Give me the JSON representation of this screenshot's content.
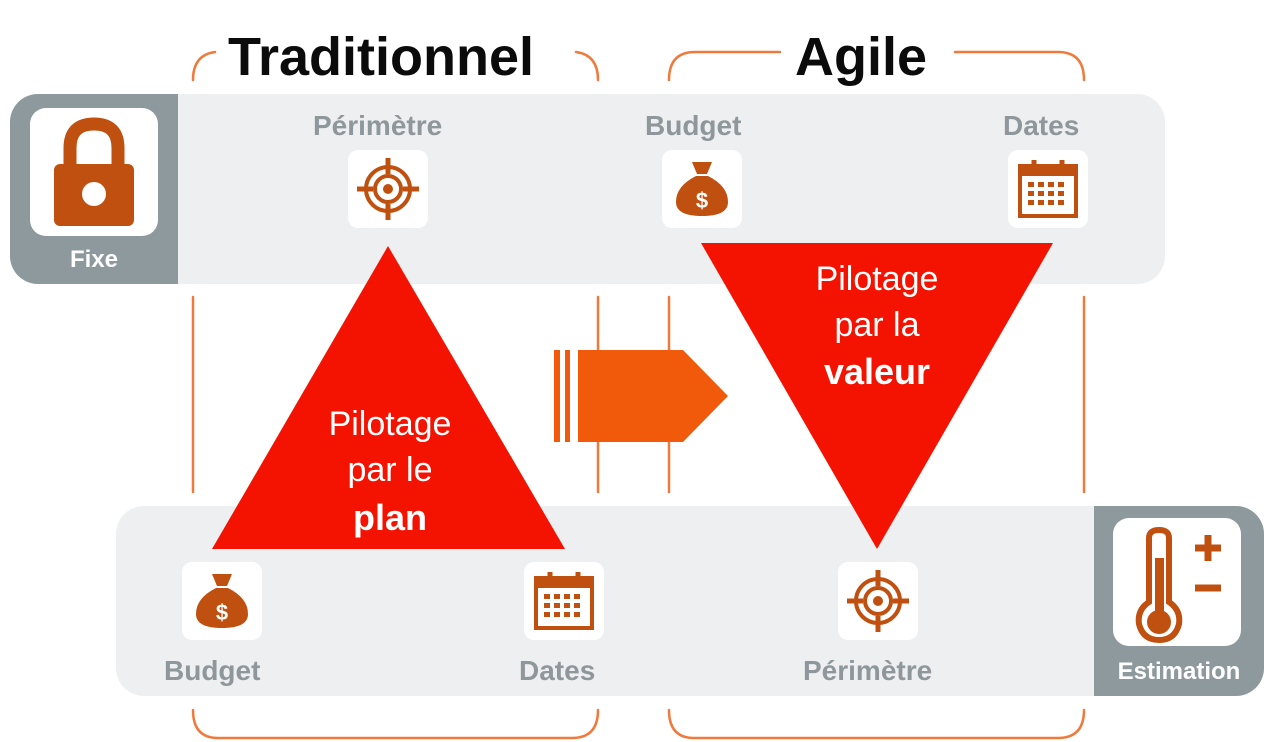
{
  "titles": {
    "traditional": "Traditionnel",
    "agile": "Agile"
  },
  "badges": {
    "fixed": "Fixe",
    "estimation": "Estimation"
  },
  "top_row": {
    "traditional_scope": "Périmètre",
    "agile_budget": "Budget",
    "agile_dates": "Dates"
  },
  "bottom_row": {
    "traditional_budget": "Budget",
    "traditional_dates": "Dates",
    "agile_scope": "Périmètre"
  },
  "triangles": {
    "plan": {
      "line1": "Pilotage",
      "line2": "par le",
      "line3": "plan"
    },
    "value": {
      "line1": "Pilotage",
      "line2": "par la",
      "line3": "valeur"
    }
  },
  "icons": {
    "lock": "lock-icon",
    "thermometer": "thermometer-icon",
    "target": "target-icon",
    "money_bag": "money-bag-icon",
    "calendar": "calendar-icon",
    "arrow": "arrow-right-icon"
  },
  "colors": {
    "accent_orange": "#f05a0a",
    "icon_brown": "#c0500f",
    "triangle_red": "#f41200",
    "band_gray": "#edeff0",
    "badge_gray": "#8e999e",
    "label_gray": "#8e979c"
  }
}
